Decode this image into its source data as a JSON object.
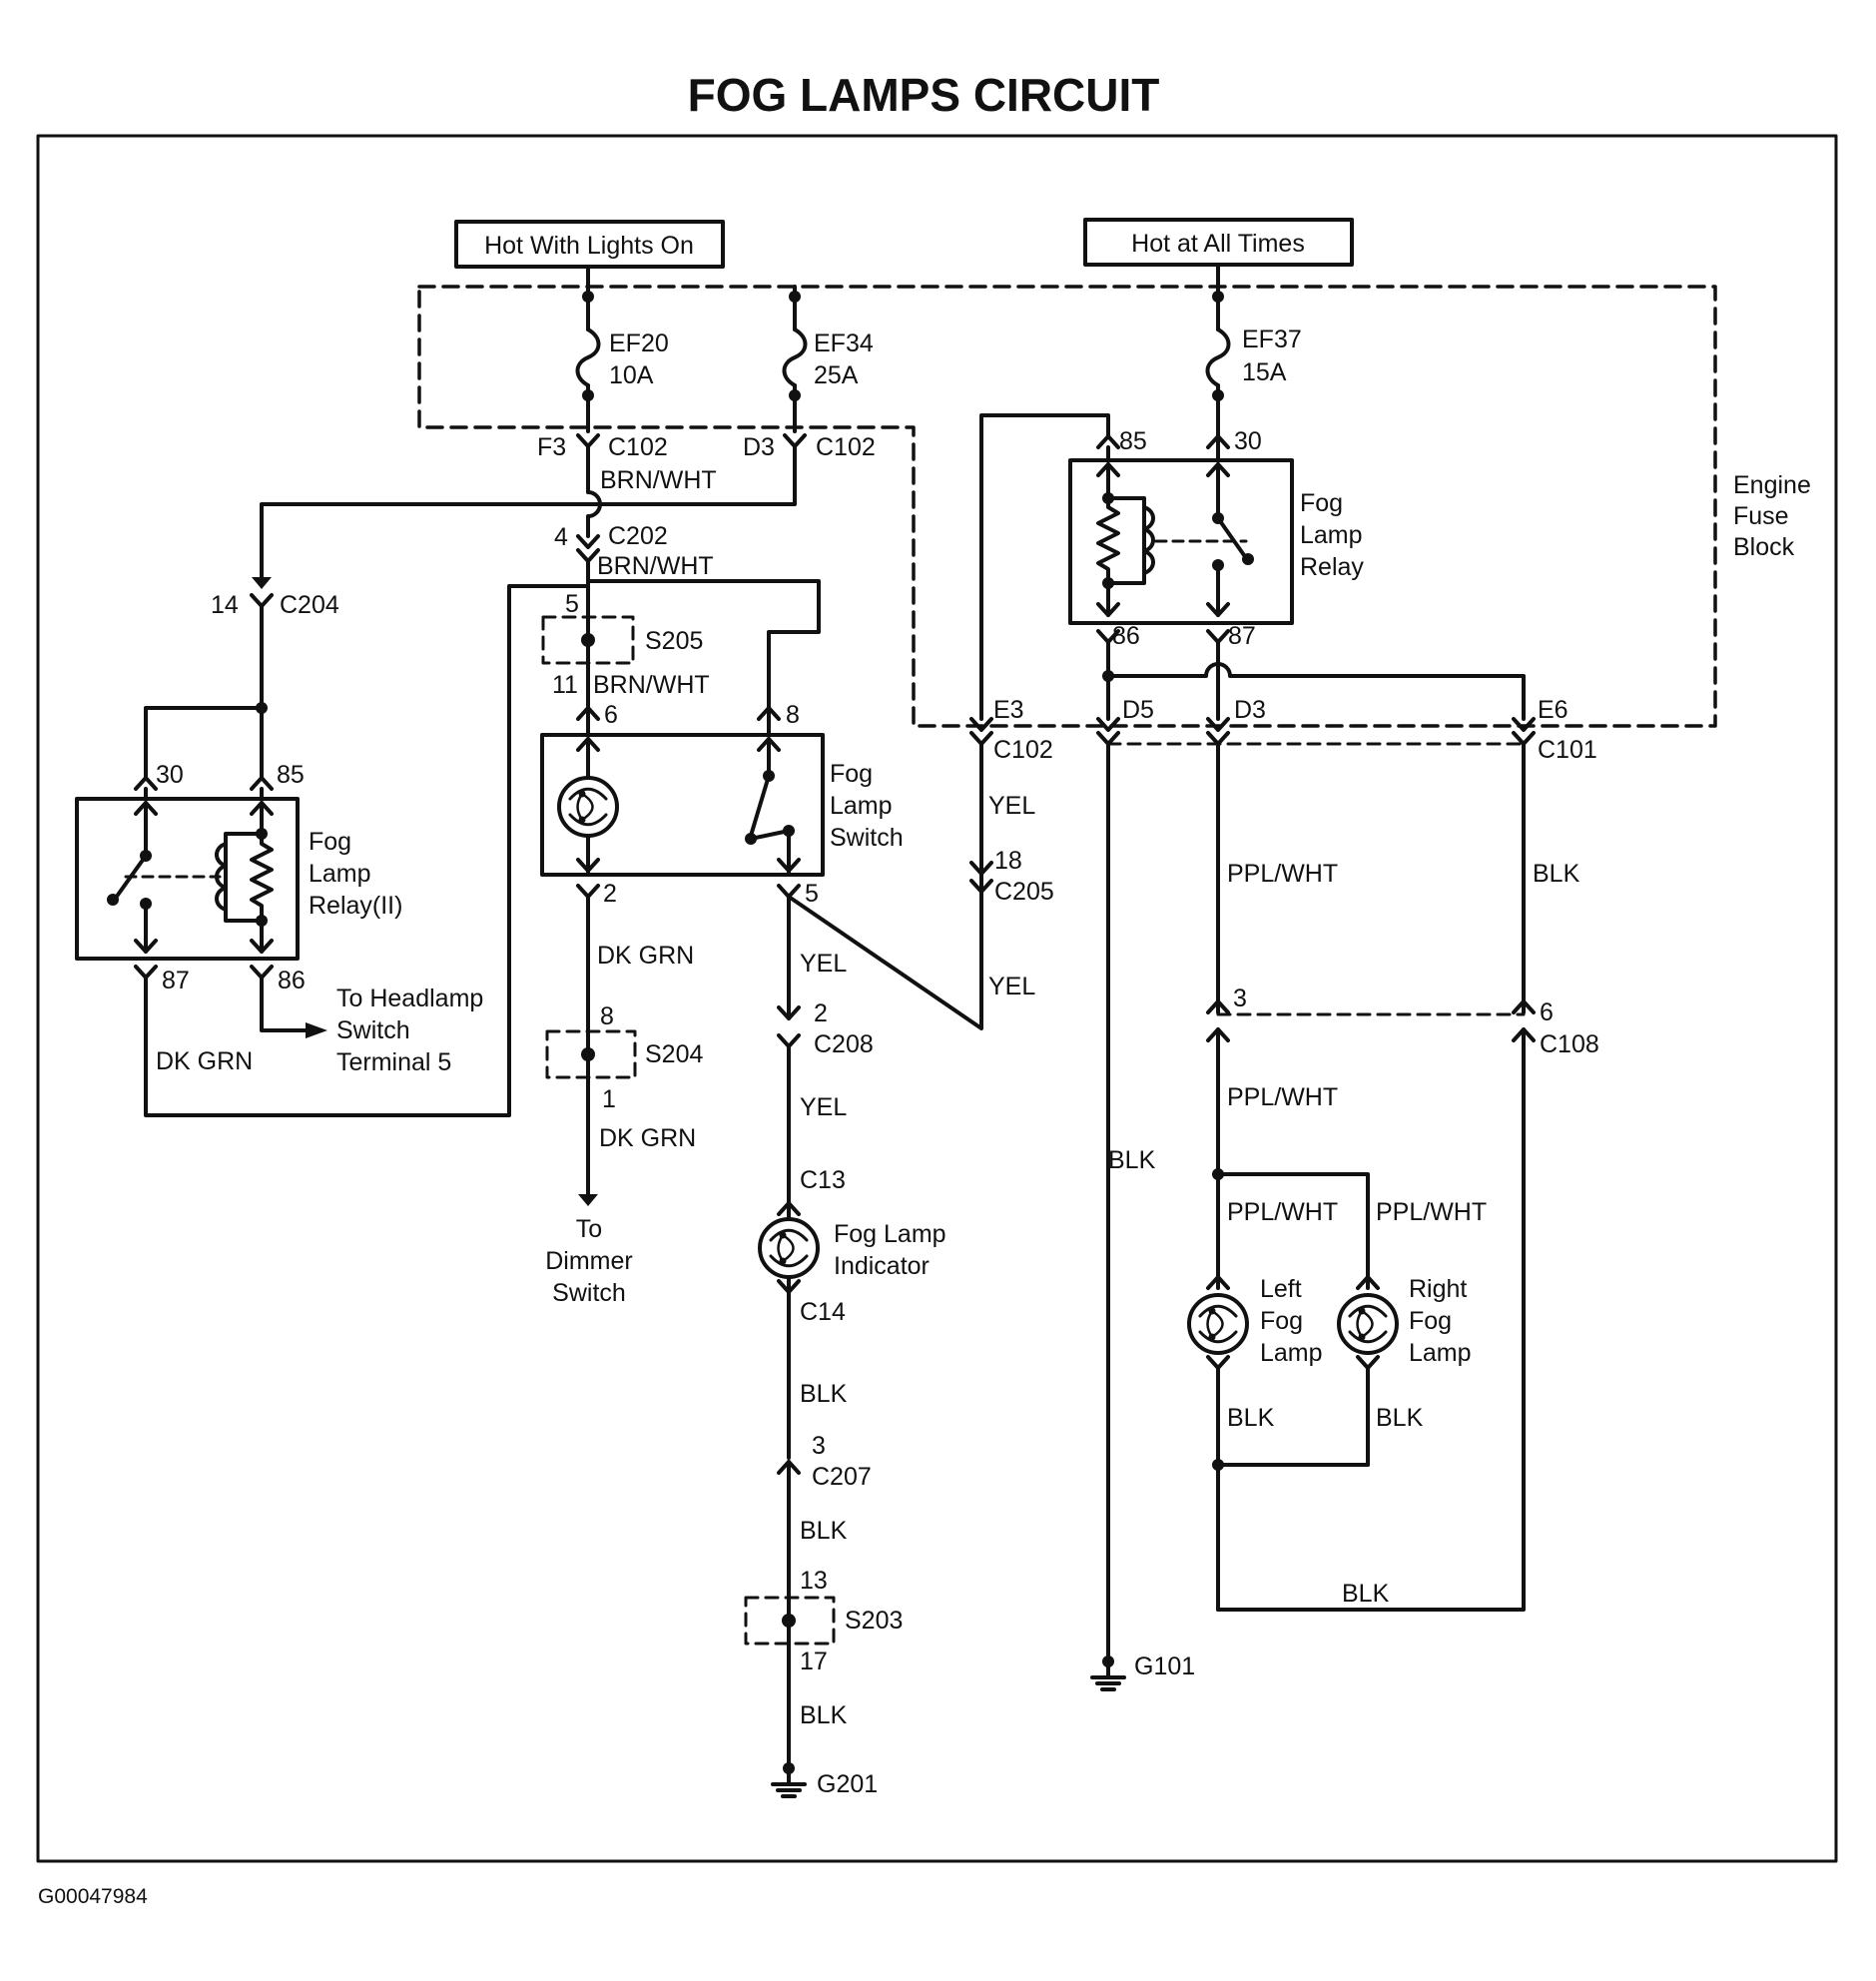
{
  "title": "FOG LAMPS CIRCUIT",
  "figure_id": "G00047984",
  "sources": {
    "lights_on": "Hot With Lights On",
    "all_times": "Hot at All Times"
  },
  "engine_fuse_block": {
    "line1": "Engine",
    "line2": "Fuse",
    "line3": "Block"
  },
  "fuses": {
    "ef20": {
      "name": "EF20",
      "rating": "10A"
    },
    "ef34": {
      "name": "EF34",
      "rating": "25A"
    },
    "ef37": {
      "name": "EF37",
      "rating": "15A"
    }
  },
  "connectors": {
    "c102": "C102",
    "c202": "C202",
    "c204": "C204",
    "c205": "C205",
    "c208": "C208",
    "c101": "C101",
    "c108": "C108",
    "c207": "C207",
    "c13": "C13",
    "c14": "C14"
  },
  "pins": {
    "f3": "F3",
    "d3": "D3",
    "p4": "4",
    "p14": "14",
    "p5": "5",
    "p11": "11",
    "p6": "6",
    "p8": "8",
    "p2": "2",
    "p5b": "5",
    "p8b": "8",
    "p1": "1",
    "p2b": "2",
    "p18": "18",
    "e3": "E3",
    "d5": "D5",
    "d3b": "D3",
    "e6": "E6",
    "p3": "3",
    "p6b": "6",
    "p3b": "3",
    "p13": "13",
    "p17": "17",
    "r85": "85",
    "r30": "30",
    "r86": "86",
    "r87": "87",
    "r2_30": "30",
    "r2_85": "85",
    "r2_87": "87",
    "r2_86": "86"
  },
  "splices": {
    "s205": "S205",
    "s204": "S204",
    "s203": "S203"
  },
  "grounds": {
    "g101": "G101",
    "g201": "G201"
  },
  "wires": {
    "brn_wht": "BRN/WHT",
    "dk_grn": "DK GRN",
    "yel": "YEL",
    "ppl_wht": "PPL/WHT",
    "blk": "BLK"
  },
  "components": {
    "relay_main": {
      "line1": "Fog",
      "line2": "Lamp",
      "line3": "Relay"
    },
    "relay_two": {
      "line1": "Fog",
      "line2": "Lamp",
      "line3": "Relay(II)"
    },
    "switch": {
      "line1": "Fog",
      "line2": "Lamp",
      "line3": "Switch"
    },
    "indicator": {
      "line1": "Fog Lamp",
      "line2": "Indicator"
    },
    "left_lamp": {
      "line1": "Left",
      "line2": "Fog",
      "line3": "Lamp"
    },
    "right_lamp": {
      "line1": "Right",
      "line2": "Fog",
      "line3": "Lamp"
    },
    "headlamp_note": {
      "line1": "To Headlamp",
      "line2": "Switch",
      "line3": "Terminal 5"
    },
    "dimmer_note": {
      "line1": "To",
      "line2": "Dimmer",
      "line3": "Switch"
    }
  }
}
